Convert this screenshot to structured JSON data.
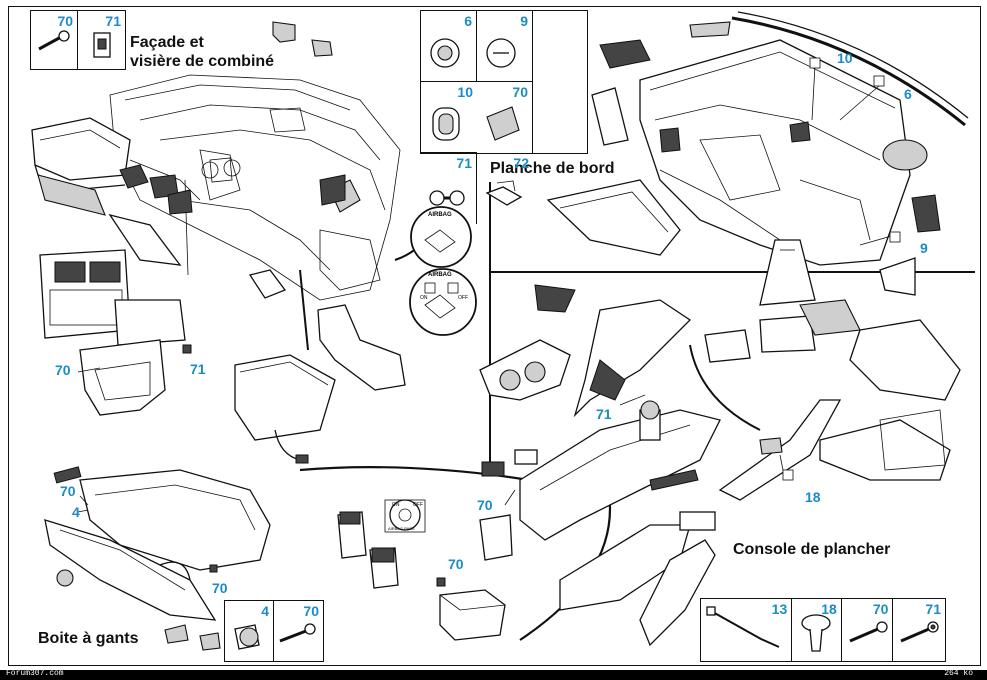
{
  "sections": {
    "facade": "Façade et\nvisière de combiné",
    "planche": "Planche de bord",
    "console": "Console de plancher",
    "boite": "Boite à gants"
  },
  "legend_boxes": {
    "top_left": [
      "70",
      "71"
    ],
    "top_center": [
      "6",
      "9",
      "10",
      "70",
      "71",
      "72"
    ],
    "bottom_center": [
      "4",
      "70"
    ],
    "bottom_right": [
      "13",
      "18",
      "70",
      "71"
    ]
  },
  "callouts": {
    "c10": "10",
    "c6": "6",
    "c9": "9",
    "c70_left": "70",
    "c71_left": "71",
    "c71_console": "71",
    "c70_glove": "70",
    "c4_glove": "4",
    "c70_glove_bottom": "70",
    "c70_center": "70",
    "c70_module": "70",
    "c18": "18"
  },
  "airbag_labels": {
    "top": "AIRBAG",
    "bottom": "AIRBAG",
    "on": "ON",
    "off": "OFF"
  },
  "switch_labels": {
    "on": "ON",
    "off": "OFF",
    "airbag": "AIRBAG PASS"
  },
  "footer": {
    "left": "Forum307.com",
    "right": "264 ko"
  }
}
